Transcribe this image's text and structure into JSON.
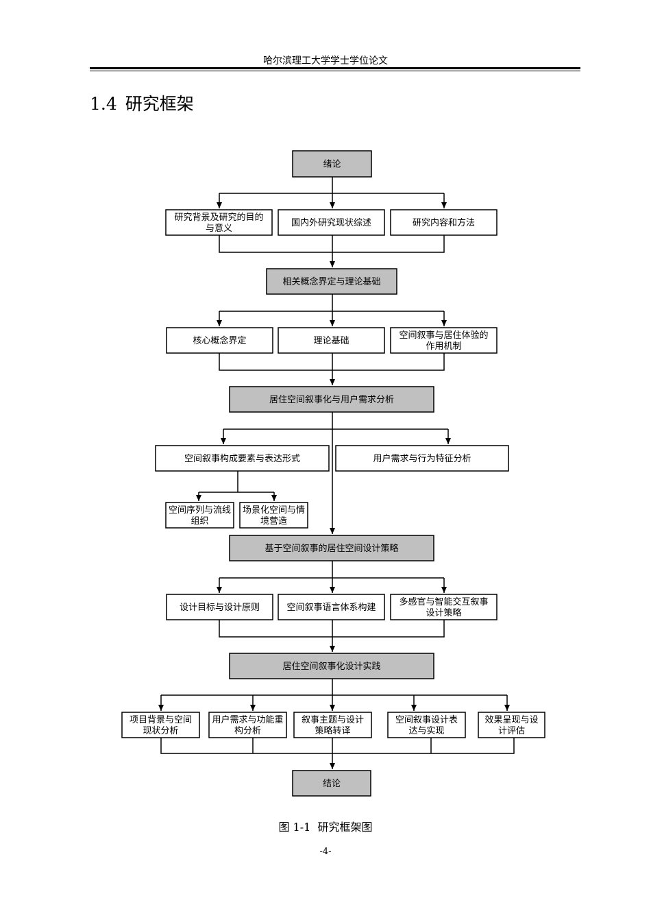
{
  "header": {
    "title": "哈尔滨理工大学学士学位论文"
  },
  "section": {
    "number": "1.4",
    "title": "研究框架"
  },
  "colors": {
    "shaded_box": "#c0c0c0",
    "plain_box": "#ffffff",
    "line": "#000000"
  },
  "diagram": {
    "nodes": {
      "n1": {
        "lines": [
          "绪论"
        ]
      },
      "n2a": {
        "lines": [
          "研究背景及研究的目的",
          "与意义"
        ]
      },
      "n2b": {
        "lines": [
          "国内外研究现状综述"
        ]
      },
      "n2c": {
        "lines": [
          "研究内容和方法"
        ]
      },
      "n3": {
        "lines": [
          "相关概念界定与理论基础"
        ]
      },
      "n4a": {
        "lines": [
          "核心概念界定"
        ]
      },
      "n4b": {
        "lines": [
          "理论基础"
        ]
      },
      "n4c": {
        "lines": [
          "空间叙事与居住体验的",
          "作用机制"
        ]
      },
      "n5": {
        "lines": [
          "居住空间叙事化与用户需求分析"
        ]
      },
      "n6a": {
        "lines": [
          "空间叙事构成要素与表达形式"
        ]
      },
      "n6b": {
        "lines": [
          "用户需求与行为特征分析"
        ]
      },
      "n7a": {
        "lines": [
          "空间序列与流线",
          "组织"
        ]
      },
      "n7b": {
        "lines": [
          "场景化空间与情",
          "境营造"
        ]
      },
      "n8": {
        "lines": [
          "基于空间叙事的居住空间设计策略"
        ]
      },
      "n9a": {
        "lines": [
          "设计目标与设计原则"
        ]
      },
      "n9b": {
        "lines": [
          "空间叙事语言体系构建"
        ]
      },
      "n9c": {
        "lines": [
          "多感官与智能交互叙事",
          "设计策略"
        ]
      },
      "n10": {
        "lines": [
          "居住空间叙事化设计实践"
        ]
      },
      "n11a": {
        "lines": [
          "项目背景与空间",
          "现状分析"
        ]
      },
      "n11b": {
        "lines": [
          "用户需求与功能重",
          "构分析"
        ]
      },
      "n11c": {
        "lines": [
          "叙事主题与设计",
          "策略转译"
        ]
      },
      "n11d": {
        "lines": [
          "空间叙事设计表",
          "达与实现"
        ]
      },
      "n11e": {
        "lines": [
          "效果呈现与设",
          "计评估"
        ]
      },
      "n12": {
        "lines": [
          "结论"
        ]
      }
    }
  },
  "caption": {
    "label": "图 1-1",
    "text": "研究框架图"
  },
  "page_number": "-4-"
}
